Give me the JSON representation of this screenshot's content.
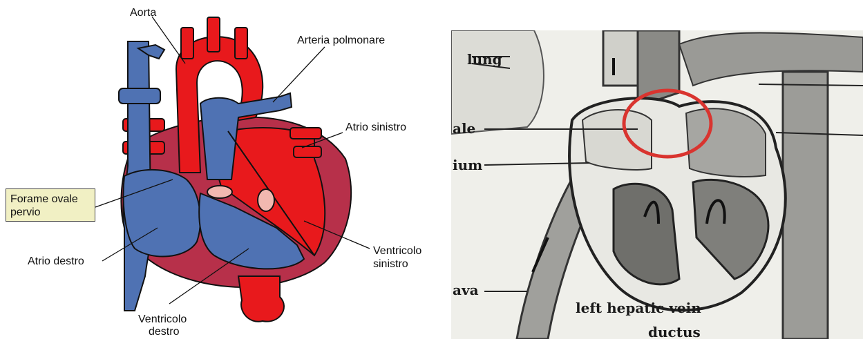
{
  "left_diagram": {
    "labels": {
      "aorta": "Aorta",
      "arteria_polmonare": "Arteria polmonare",
      "atrio_sinistro": "Atrio sinistro",
      "forame_ovale": "Forame ovale pervio",
      "atrio_destro": "Atrio destro",
      "ventricolo_sinistro_line1": "Ventricolo",
      "ventricolo_sinistro_line2": "sinistro",
      "ventricolo_destro_line1": "Ventricolo",
      "ventricolo_destro_line2": "destro"
    },
    "colors": {
      "arterial": "#e8191c",
      "venous": "#4f72b3",
      "dark_muscle": "#b7304a",
      "valve": "#f2b8b0",
      "callout_box": "#f1f0c4"
    }
  },
  "right_diagram": {
    "labels": {
      "lung": "lung",
      "ovale_fragment": "ale",
      "atrium_fragment": "ium",
      "cava_fragment": "ava",
      "left_hepatic_vein": "left hepatic vein",
      "ductus_fragment": "ductus"
    },
    "colors": {
      "highlight_circle": "#d9342f"
    }
  }
}
